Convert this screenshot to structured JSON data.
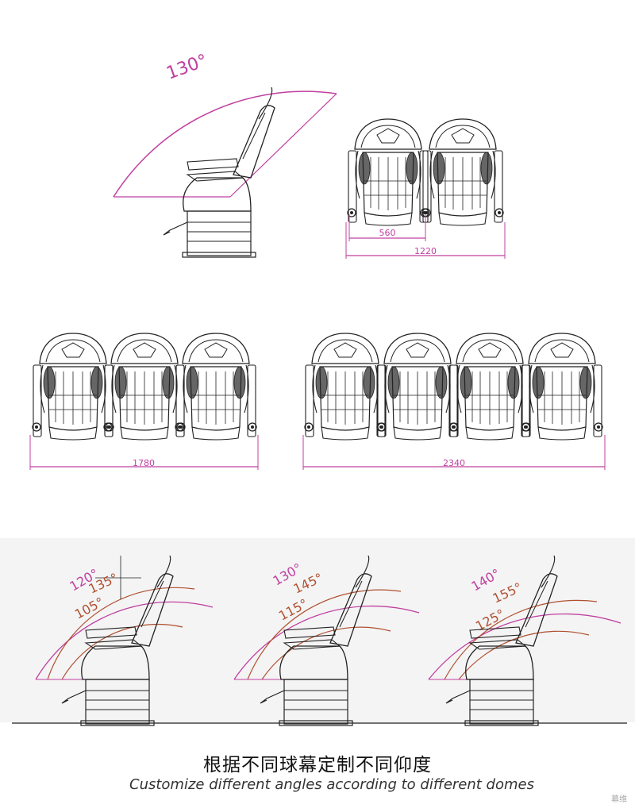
{
  "top_recline_angle": "130°",
  "two_seat": {
    "seat_width": "560",
    "total_width": "1220"
  },
  "three_seat": {
    "total_width": "1780"
  },
  "four_seat": {
    "total_width": "2340"
  },
  "angle_sets": [
    {
      "outer": "120°",
      "mid": "135°",
      "inner": "105°"
    },
    {
      "outer": "130°",
      "mid": "145°",
      "inner": "115°"
    },
    {
      "outer": "140°",
      "mid": "155°",
      "inner": "125°"
    }
  ],
  "caption_cn": "根据不同球幕定制不同仰度",
  "caption_en": "Customize different angles according to different domes",
  "watermark": "幕维",
  "colors": {
    "dimension": "#c040a0",
    "recline": "#b05030",
    "line": "#222222"
  }
}
